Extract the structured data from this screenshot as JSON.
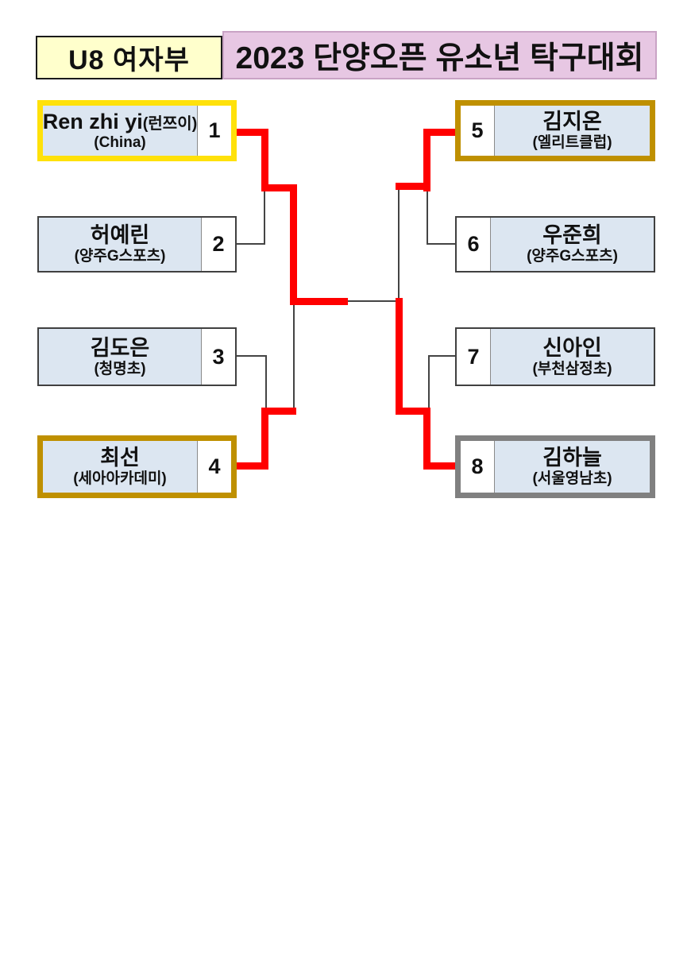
{
  "header": {
    "division": "U8 여자부",
    "title": "2023 단양오픈 유소년 탁구대회"
  },
  "colors": {
    "winner_path_red": "#FF0000",
    "connector_black": "#444444",
    "box_fill_blue": "#DCE6F1",
    "highlight_yellow": "#FFE10A",
    "highlight_gold": "#BF9000",
    "highlight_gray": "#808080",
    "header_division_bg": "#FFFFCC",
    "header_title_bg": "#E7C7E3"
  },
  "bracket": {
    "players": [
      {
        "seed": "1",
        "name": "Ren zhi yi",
        "name_suffix": "(런쯔이)",
        "org": "(China)",
        "highlight": "yellow",
        "side": "left"
      },
      {
        "seed": "2",
        "name": "허예린",
        "name_suffix": "",
        "org": "(양주G스포츠)",
        "highlight": "none",
        "side": "left"
      },
      {
        "seed": "3",
        "name": "김도은",
        "name_suffix": "",
        "org": "(청명초)",
        "highlight": "none",
        "side": "left"
      },
      {
        "seed": "4",
        "name": "최선",
        "name_suffix": "",
        "org": "(세아아카데미)",
        "highlight": "gold",
        "side": "left"
      },
      {
        "seed": "5",
        "name": "김지온",
        "name_suffix": "",
        "org": "(엘리트클럽)",
        "highlight": "gold",
        "side": "right"
      },
      {
        "seed": "6",
        "name": "우준희",
        "name_suffix": "",
        "org": "(양주G스포츠)",
        "highlight": "none",
        "side": "right"
      },
      {
        "seed": "7",
        "name": "신아인",
        "name_suffix": "",
        "org": "(부천삼정초)",
        "highlight": "none",
        "side": "right"
      },
      {
        "seed": "8",
        "name": "김하늘",
        "name_suffix": "",
        "org": "(서울영남초)",
        "highlight": "gray",
        "side": "right"
      }
    ],
    "results": {
      "quarterfinal_winner_seeds": [
        1,
        4,
        5,
        8
      ],
      "semifinal_winner_seeds": [
        1,
        8
      ],
      "final_winner_seed": 1
    }
  }
}
